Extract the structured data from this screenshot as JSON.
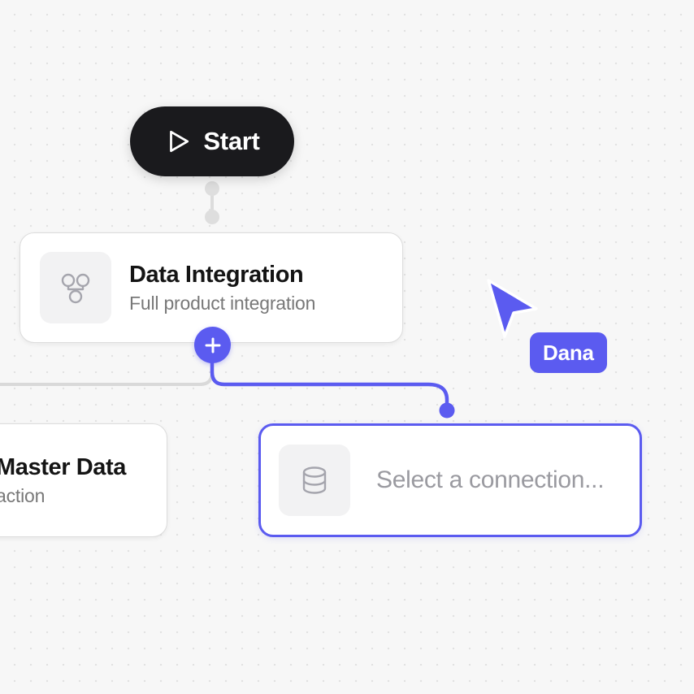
{
  "canvas": {
    "background_color": "#f7f7f7",
    "dot_color": "#e2e2e2",
    "accent_color": "#5b5bf0"
  },
  "start_node": {
    "label": "Start",
    "icon": "play-triangle-icon",
    "background_color": "#1a1a1d"
  },
  "nodes": [
    {
      "id": "data-integration",
      "title": "Data Integration",
      "subtitle": "Full product integration",
      "icon": "hierarchy-icon",
      "selected": false
    },
    {
      "id": "master-data",
      "title": "Master Data",
      "subtitle": "action",
      "icon": "node-icon",
      "selected": false
    },
    {
      "id": "select-connection",
      "placeholder": "Select a connection...",
      "icon": "database-icon",
      "selected": true
    }
  ],
  "add_button": {
    "label": "+",
    "icon": "plus-icon",
    "color": "#5b5bf0"
  },
  "remote_cursor": {
    "name": "Dana",
    "color": "#5b5bf0",
    "icon": "cursor-arrow-icon"
  },
  "edges": [
    {
      "id": "start-to-data-integration",
      "color": "#d8d8d8",
      "style": "dotted-endpoints"
    },
    {
      "id": "add-to-master-data",
      "color": "#d8d8d8",
      "style": "solid"
    },
    {
      "id": "add-to-select-connection",
      "color": "#5b5bf0",
      "style": "solid-with-endpoint-dot"
    }
  ]
}
